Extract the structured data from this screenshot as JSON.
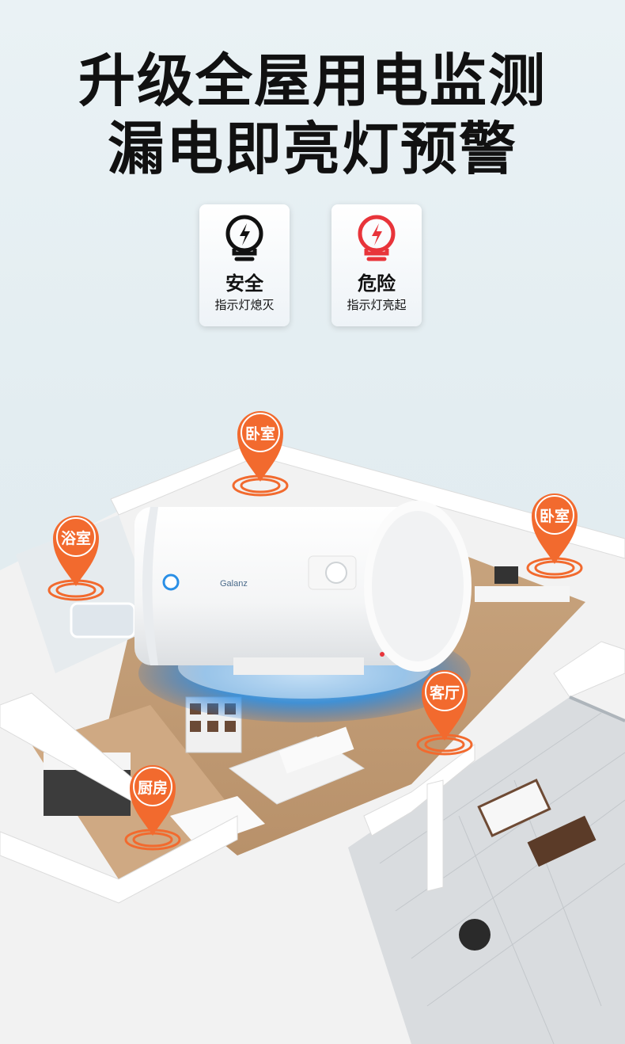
{
  "headline": {
    "line1": "升级全屋用电监测",
    "line2": "漏电即亮灯预警"
  },
  "status": {
    "safe": {
      "title": "安全",
      "subtitle": "指示灯熄灭",
      "color": "#111111",
      "icon": "bulb-lightning-icon"
    },
    "danger": {
      "title": "危险",
      "subtitle": "指示灯亮起",
      "color": "#e8343a",
      "icon": "bulb-lightning-icon"
    }
  },
  "product": {
    "brand": "Galanz"
  },
  "rooms": {
    "bedroom_a": "卧室",
    "bathroom": "浴室",
    "bedroom_b": "卧室",
    "living_room": "客厅",
    "kitchen": "厨房"
  },
  "colors": {
    "pin": "#f26a2e",
    "glow": "#2a8fe6",
    "headline": "#111111"
  }
}
